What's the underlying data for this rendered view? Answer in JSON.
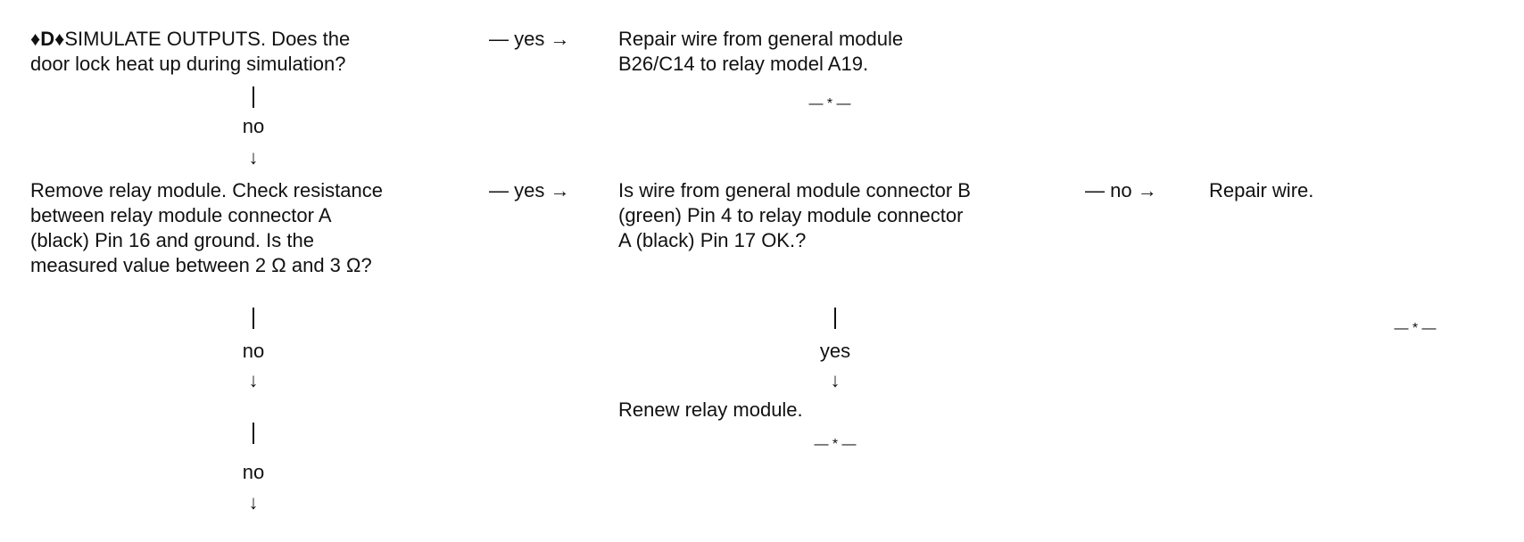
{
  "step_d": {
    "marker": "♦D♦",
    "line1": "SIMULATE OUTPUTS. Does the",
    "line2": "door lock heat up during simulation?"
  },
  "yes_arrow_1": "— yes →",
  "repair_general": {
    "line1": "Repair wire from general module",
    "line2": "B26/C14 to relay model A19."
  },
  "end_mark_1": "— * —",
  "no_label_1": "no",
  "down_arrow_1": "↓",
  "remove_relay": {
    "line1": "Remove relay module. Check resistance",
    "line2": "between relay module connector A",
    "line3": "(black) Pin 16 and ground. Is the",
    "line4": "measured value between 2 Ω and 3 Ω?"
  },
  "yes_arrow_2": "— yes →",
  "wire_question": {
    "line1": "Is wire from general module connector B",
    "line2": "(green) Pin 4 to relay module connector",
    "line3": "A (black) Pin 17 OK.?"
  },
  "no_arrow_1": "— no →",
  "repair_wire": "Repair wire.",
  "end_mark_2": "— * —",
  "yes_label": "yes",
  "down_arrow_yes": "↓",
  "renew_relay": "Renew relay module.",
  "end_mark_3": "— * —",
  "no_label_2": "no",
  "down_arrow_2": "↓",
  "no_label_3": "no",
  "down_arrow_3": "↓"
}
